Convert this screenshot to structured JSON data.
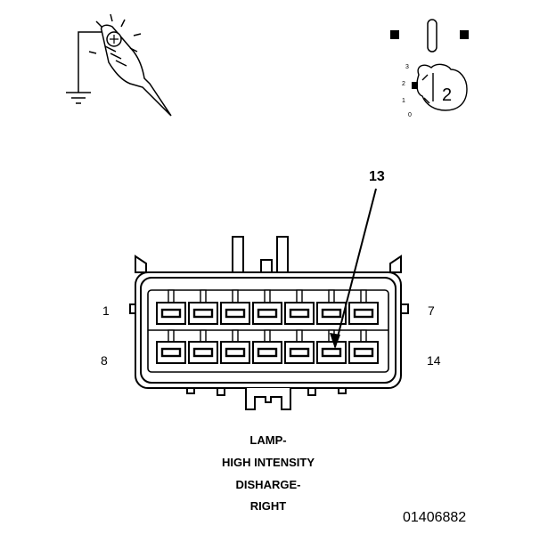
{
  "callout": {
    "pin_label": "13"
  },
  "pin_labels": {
    "top_left": "1",
    "top_right": "7",
    "bottom_left": "8",
    "bottom_right": "14"
  },
  "caption": {
    "line1": "LAMP-",
    "line2": "HIGH INTENSITY",
    "line3": "DISHARGE-",
    "line4": "RIGHT"
  },
  "figure_id": "01406882",
  "ignition_key": {
    "positions": [
      "3",
      "2",
      "1",
      "0"
    ],
    "selected": "2"
  },
  "icons": [
    "test-light-probe-icon",
    "ground-symbol-icon",
    "ignition-switch-icon",
    "ignition-key-icon"
  ],
  "colors": {
    "line": "#000000",
    "background": "#ffffff"
  }
}
